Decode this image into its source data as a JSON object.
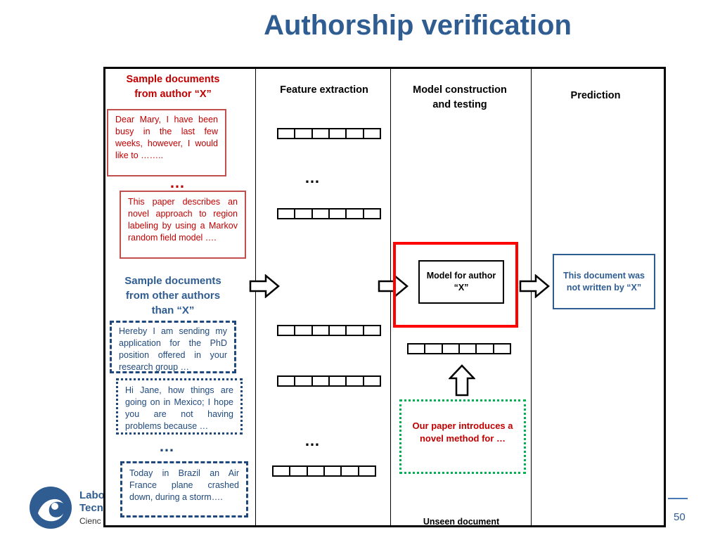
{
  "title": "Authorship verification",
  "columns": {
    "samples_x_header": "Sample documents from author “X”",
    "feature_header": "Feature extraction",
    "model_header": "Model construction and testing",
    "prediction_header": "Prediction"
  },
  "author_docs": [
    "Dear Mary, I have been busy in the last few weeks, however, I would like to ……..",
    "This paper describes an novel approach to region labeling by using a Markov random field model …."
  ],
  "other_authors_header": "Sample documents from other authors than “X”",
  "other_docs": [
    "Hereby I am sending my application for the PhD position offered in your research group …",
    "Hi Jane, how things are going on in Mexico; I hope you are not having problems because …",
    "Today in Brazil an Air France plane crashed down, during a storm…."
  ],
  "ellipsis": "…",
  "model_label": "Model for author “X”",
  "prediction_text": "This document was not written by “X”",
  "unseen_doc_text": "Our paper introduces a novel method for …",
  "unseen_label": "Unseen document",
  "logo": {
    "line1": "Labo",
    "line2": "Tecn",
    "line3": "Cienc"
  },
  "page_number": "50",
  "colors": {
    "title": "#2f5d92",
    "red": "#c00000",
    "model_border": "#ff0000",
    "unseen_border": "#00b050"
  }
}
